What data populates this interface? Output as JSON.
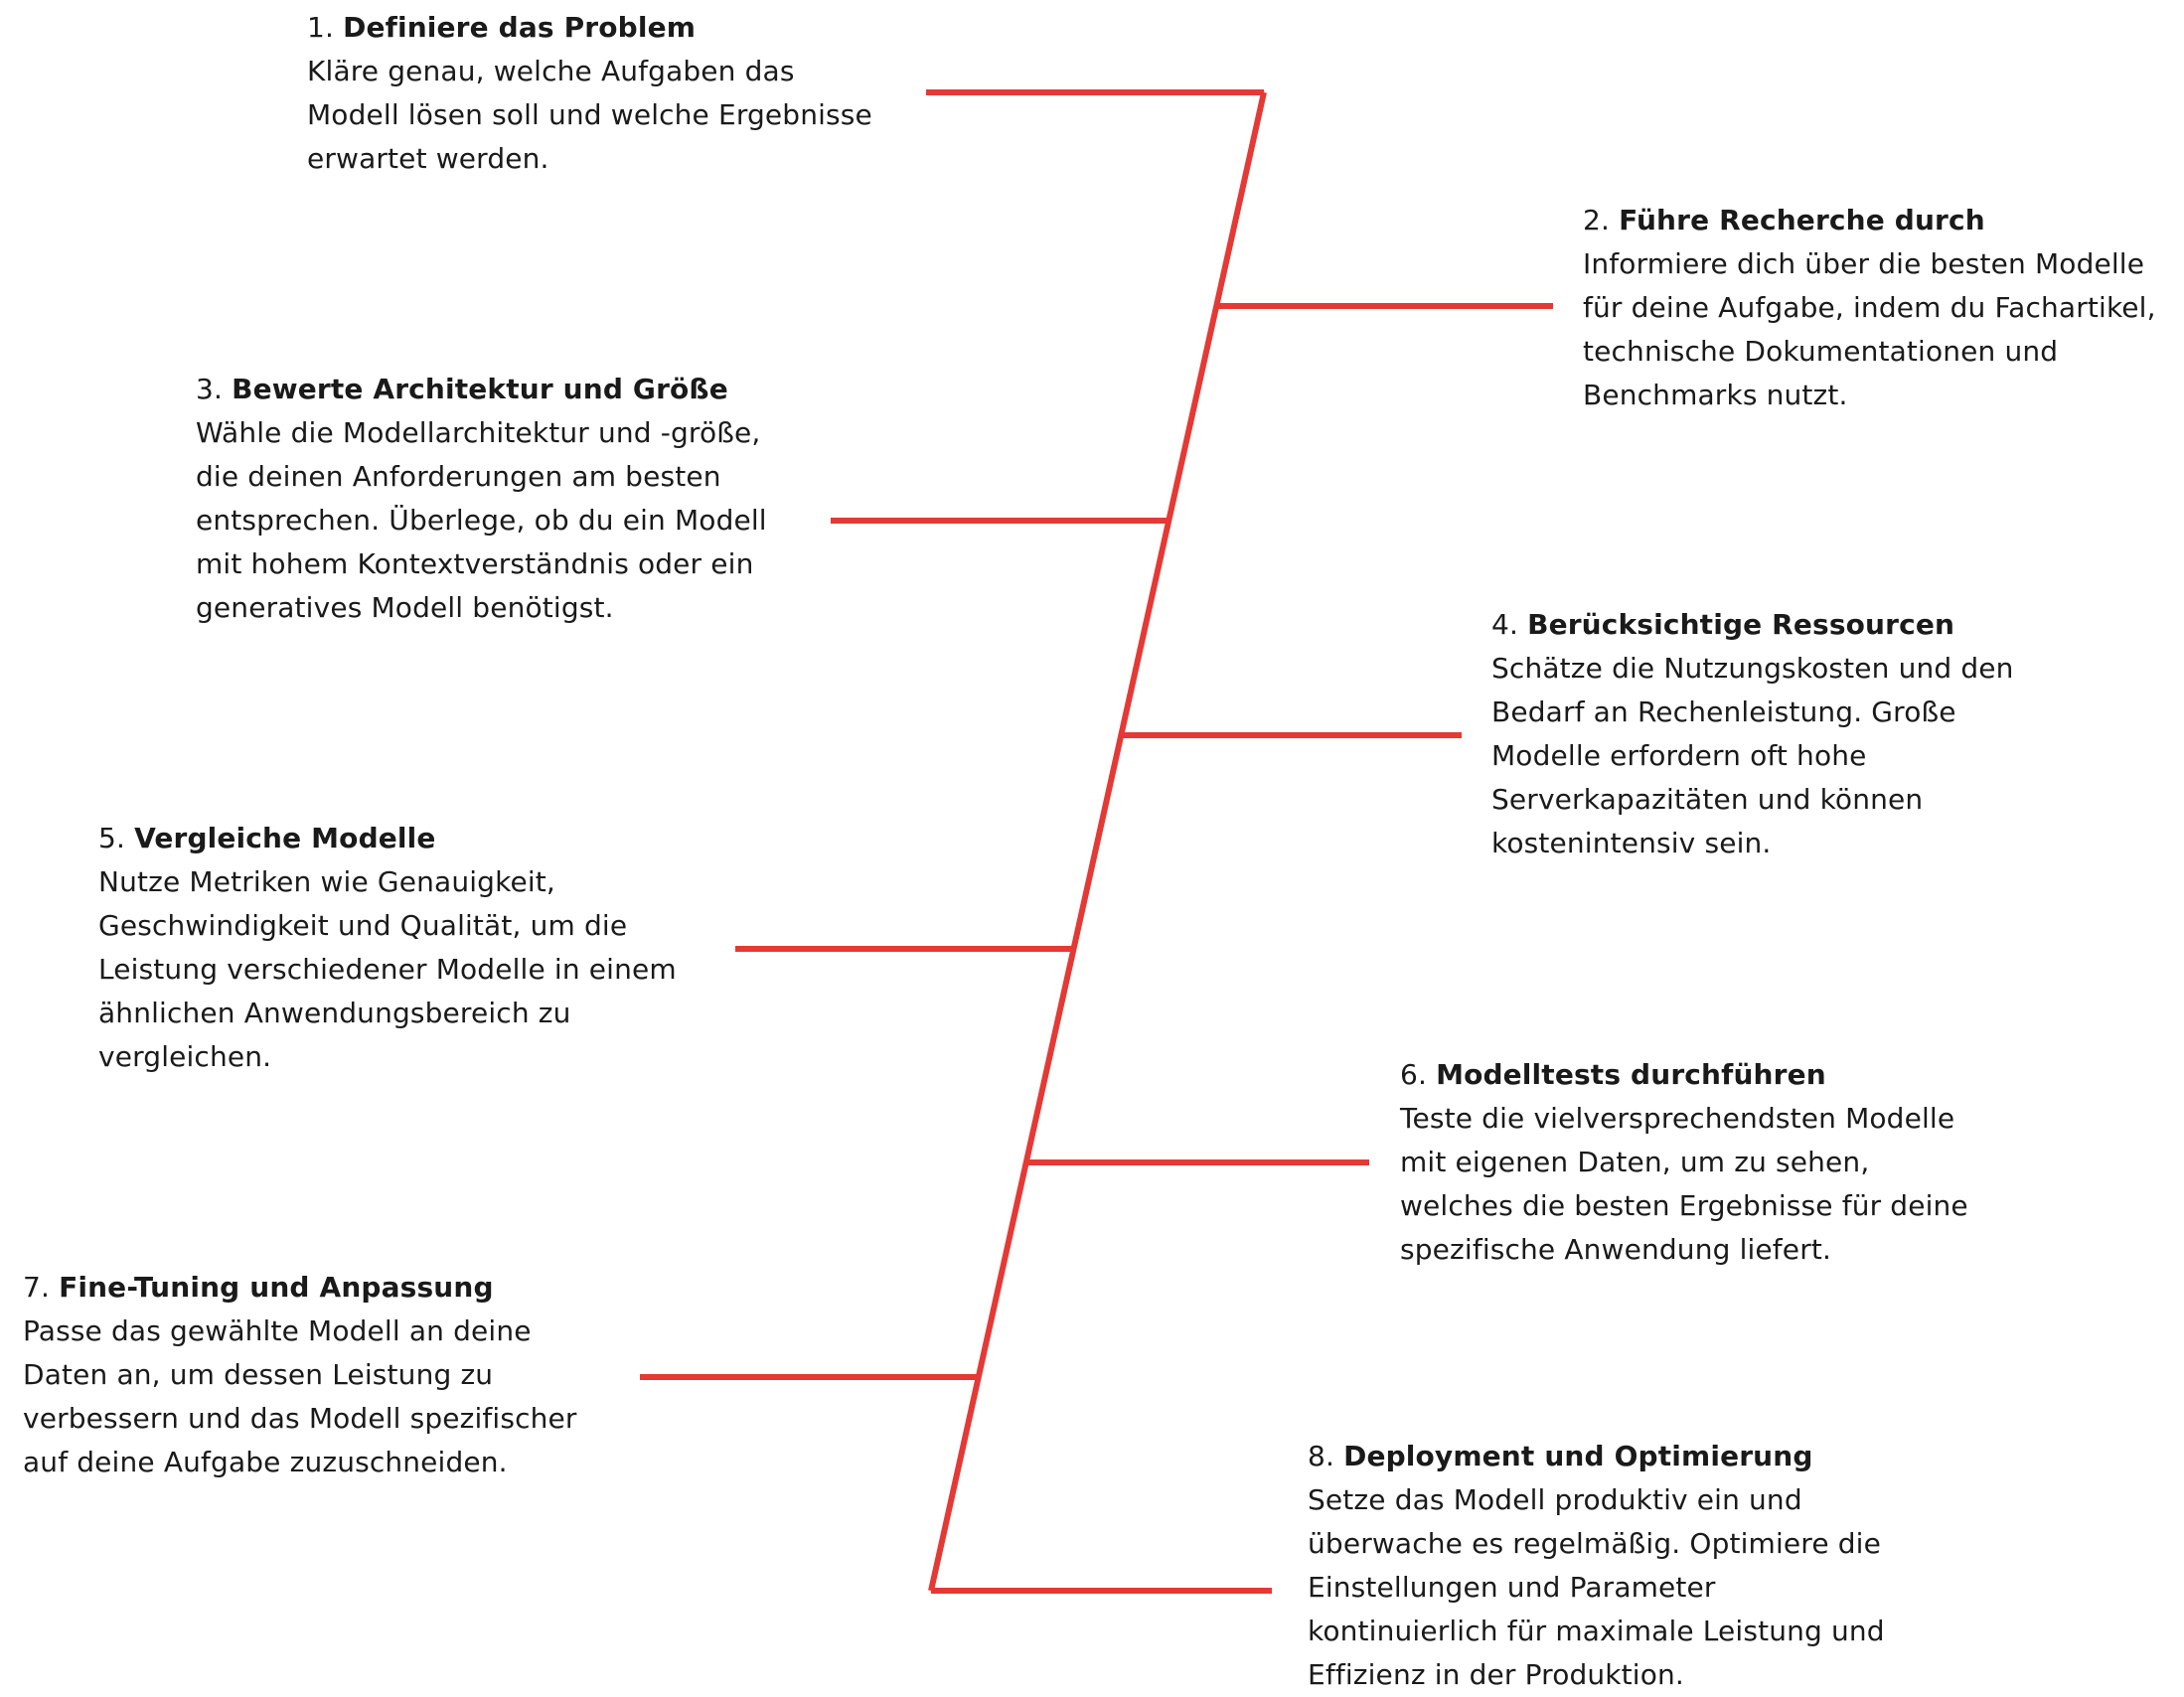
{
  "diagram": {
    "line_color": "#e53935",
    "steps": [
      {
        "number": "1.",
        "title": "Definiere das Problem",
        "description": "Kläre genau, welche Aufgaben das\nModell lösen soll und welche Ergebnisse\nerwartet werden."
      },
      {
        "number": "2.",
        "title": "Führe Recherche durch",
        "description": "Informiere dich über die besten Modelle\nfür deine Aufgabe, indem du Fachartikel,\ntechnische Dokumentationen und\nBenchmarks nutzt."
      },
      {
        "number": "3.",
        "title": "Bewerte Architektur und Größe",
        "description": "Wähle die Modellarchitektur und -größe,\ndie deinen Anforderungen am besten\nentsprechen. Überlege, ob du ein Modell\nmit hohem Kontextverständnis oder ein\ngeneratives Modell benötigst."
      },
      {
        "number": "4.",
        "title": "Berücksichtige Ressourcen",
        "description": " Schätze die Nutzungskosten und den\nBedarf an Rechenleistung. Große\nModelle erfordern oft hohe\nServerkapazitäten und können\nkostenintensiv sein."
      },
      {
        "number": "5.",
        "title": "Vergleiche Modelle",
        "description": " Nutze Metriken wie Genauigkeit,\nGeschwindigkeit und Qualität, um die\nLeistung verschiedener Modelle in einem\nähnlichen Anwendungsbereich zu\nvergleichen."
      },
      {
        "number": "6.",
        "title": "Modelltests durchführen",
        "description": "Teste die vielversprechendsten Modelle\nmit eigenen Daten, um zu sehen,\nwelches die besten Ergebnisse für deine\nspezifische Anwendung liefert."
      },
      {
        "number": "7.",
        "title": "Fine-Tuning und Anpassung",
        "description": "Passe das gewählte Modell an deine\nDaten an, um dessen Leistung zu\nverbessern und das Modell spezifischer\nauf deine Aufgabe zuzuschneiden."
      },
      {
        "number": "8.",
        "title": "Deployment und Optimierung",
        "description": "Setze das Modell produktiv ein und\nüberwache es regelmäßig. Optimiere die\nEinstellungen und Parameter\nkontinuierlich für maximale Leistung und\nEffizienz in der Produktion."
      }
    ]
  }
}
